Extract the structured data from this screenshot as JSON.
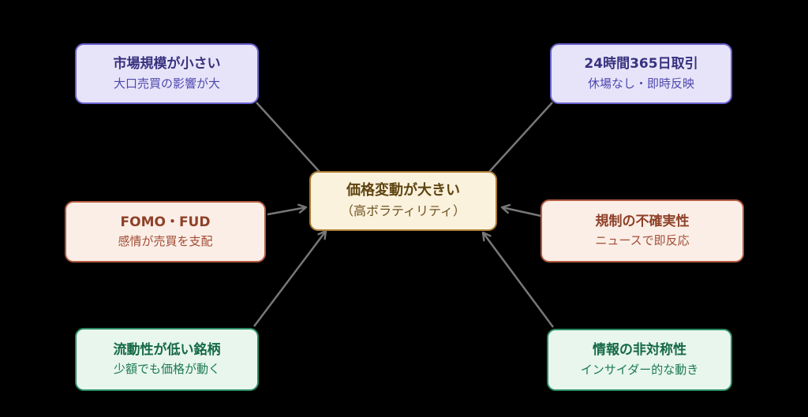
{
  "center": {
    "title": "価格変動が大きい",
    "subtitle": "（高ボラティリティ）"
  },
  "nodes": [
    {
      "id": "market-size",
      "title": "市場規模が小さい",
      "subtitle": "大口売買の影響が大",
      "theme": "purple"
    },
    {
      "id": "trading-24-365",
      "title": "24時間365日取引",
      "subtitle": "休場なし・即時反映",
      "theme": "purple"
    },
    {
      "id": "fomo-fud",
      "title": "FOMO・FUD",
      "subtitle": "感情が売買を支配",
      "theme": "red"
    },
    {
      "id": "regulation",
      "title": "規制の不確実性",
      "subtitle": "ニュースで即反応",
      "theme": "red"
    },
    {
      "id": "low-liquidity",
      "title": "流動性が低い銘柄",
      "subtitle": "少額でも価格が動く",
      "theme": "green"
    },
    {
      "id": "info-asymmetry",
      "title": "情報の非対称性",
      "subtitle": "インサイダー的な動き",
      "theme": "green"
    }
  ],
  "colors": {
    "background": "#000000",
    "arrow": "#777777",
    "purple_fill": "#e7e4f9",
    "purple_border": "#6b63cf",
    "purple_title": "#38317f",
    "purple_subtitle": "#4f48ae",
    "red_fill": "#fbeee7",
    "red_border": "#b25b41",
    "red_title": "#8e4128",
    "red_subtitle": "#a14d34",
    "green_fill": "#e8f6ee",
    "green_border": "#2a8a62",
    "green_title": "#156945",
    "green_subtitle": "#1d7a52",
    "amber_fill": "#fbf2dd",
    "amber_border": "#aa7b33",
    "amber_title": "#5f4412",
    "amber_subtitle": "#6e5220"
  }
}
